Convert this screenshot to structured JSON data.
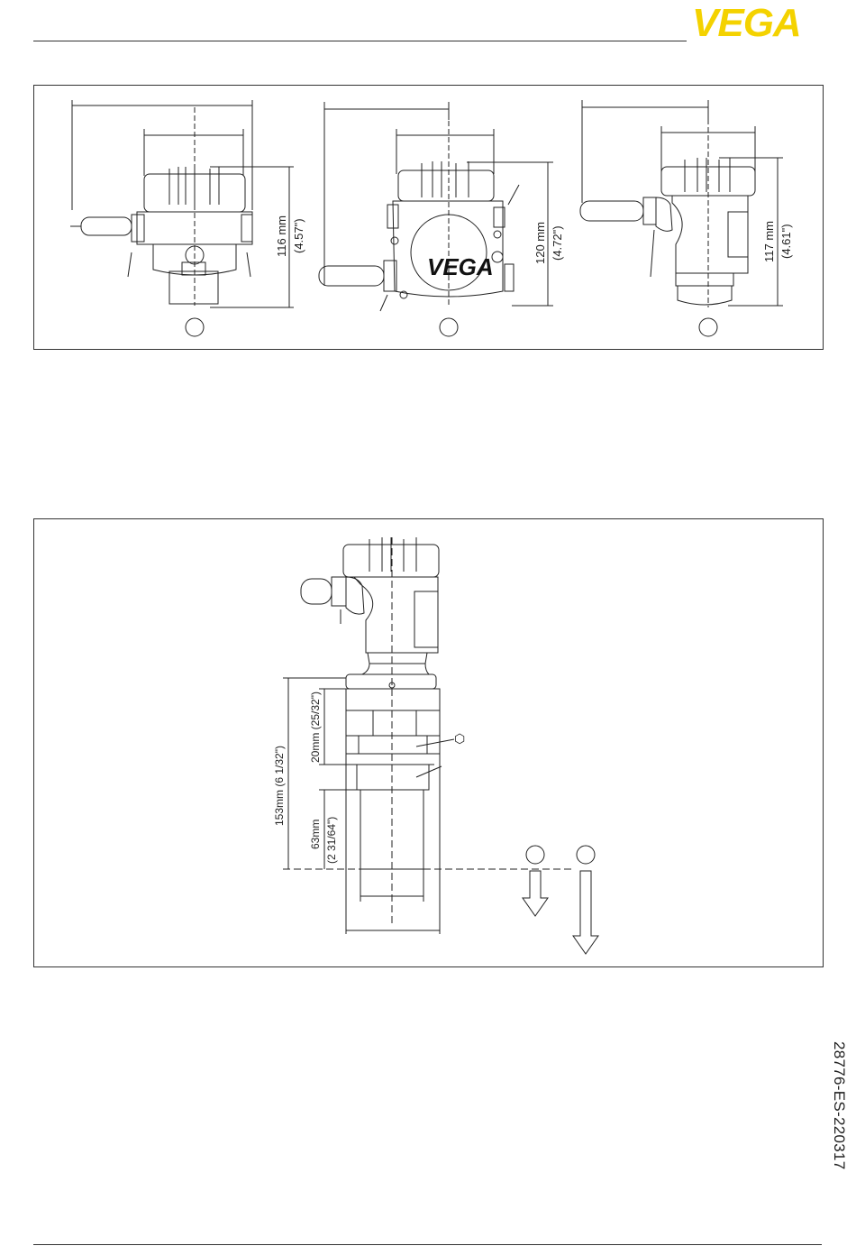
{
  "header": {
    "logo_text": "VEGA",
    "brand_color": "#f4d200"
  },
  "housings_panel": {
    "views": [
      {
        "height_mm": "116 mm",
        "height_in": "(4.57\")"
      },
      {
        "height_mm": "120 mm",
        "height_in": "(4.72\")",
        "housing_text": "VEGA"
      },
      {
        "height_mm": "117 mm",
        "height_in": "(4.61\")"
      }
    ]
  },
  "sensor_panel": {
    "total_length": "153mm (6 1/32\")",
    "hex_height": "20mm (25/32\")",
    "thread_length_mm": "63mm",
    "thread_length_in": "(2 31/64\")",
    "hex_symbol": "⬡"
  },
  "footer": {
    "doc_id": "28776-ES-220317"
  }
}
